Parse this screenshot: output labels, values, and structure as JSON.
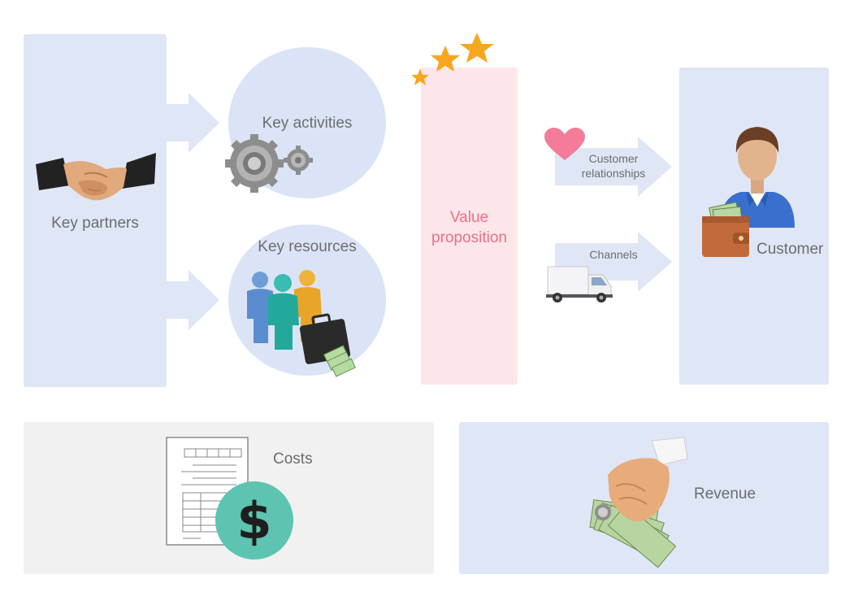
{
  "blocks": {
    "key_partners": "Key partners",
    "key_activities": "Key activities",
    "key_resources": "Key resources",
    "value_proposition": "Value\nproposition",
    "customer_relationships": "Customer\nrelationships",
    "channels": "Channels",
    "customer": "Customer",
    "costs": "Costs",
    "revenue": "Revenue"
  },
  "icons": {
    "partners": "handshake-icon",
    "activities": "gears-icon",
    "resources": "team-with-briefcase-icon",
    "value": "stars-icon",
    "relationships": "heart-icon",
    "channels": "delivery-truck-icon",
    "customer": "person-icon",
    "wallet": "wallet-icon",
    "costs": "invoice-dollar-icon",
    "revenue": "hand-with-money-icon"
  },
  "colors": {
    "panel_blue": "#dfe6f6",
    "panel_pink": "#fde6ea",
    "panel_grey": "#f1f1f1",
    "value_text": "#ee6f84",
    "label_text": "#6d6d6d",
    "star": "#f7a71f",
    "heart": "#f47c9a",
    "dollar_badge": "#5cc4b0"
  }
}
